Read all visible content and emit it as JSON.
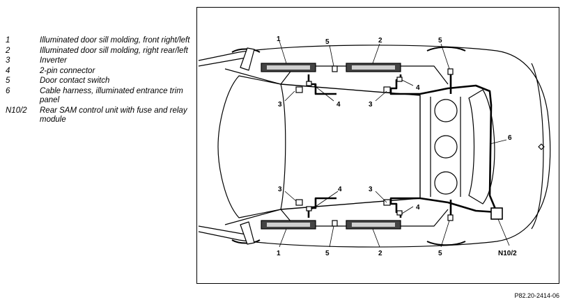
{
  "legend": [
    {
      "code": "1",
      "text": "Illuminated door sill molding, front right/left"
    },
    {
      "code": "2",
      "text": "Illuminated door sill molding, right rear/left"
    },
    {
      "code": "3",
      "text": "Inverter"
    },
    {
      "code": "4",
      "text": "2-pin connector"
    },
    {
      "code": "5",
      "text": "Door contact switch"
    },
    {
      "code": "6",
      "text": "Cable harness, illuminated entrance trim panel"
    },
    {
      "code": "N10/2",
      "text": "Rear SAM control unit with fuse and relay module"
    }
  ],
  "callouts": {
    "top_1": "1",
    "top_5a": "5",
    "top_2": "2",
    "top_5b": "5",
    "top_4a": "4",
    "top_3a": "3",
    "top_4b": "4",
    "top_3b": "3",
    "side_6": "6",
    "bot_3a": "3",
    "bot_4a": "4",
    "bot_3b": "3",
    "bot_4b": "4",
    "bot_1": "1",
    "bot_5a": "5",
    "bot_2": "2",
    "bot_5b": "5",
    "n10": "N10/2"
  },
  "figure_ref": "P82.20-2414-06"
}
